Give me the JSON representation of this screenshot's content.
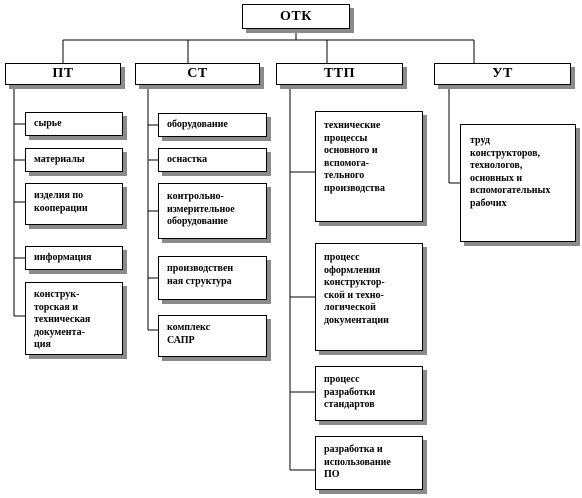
{
  "root": "ОТК",
  "columns": [
    {
      "key": "pt",
      "title": "ПТ",
      "items": [
        [
          "сырье"
        ],
        [
          "материалы"
        ],
        [
          "изделия по",
          "кооперации"
        ],
        [
          "информация"
        ],
        [
          "конструк-",
          "торская и",
          "техническая",
          "документа-",
          "ция"
        ]
      ]
    },
    {
      "key": "st",
      "title": "СТ",
      "items": [
        [
          "оборудование"
        ],
        [
          "оснастка"
        ],
        [
          "контрольно-",
          "измерительное",
          "оборудование"
        ],
        [
          "производствен",
          "ная структура"
        ],
        [
          "комплекс",
          "САПР"
        ]
      ]
    },
    {
      "key": "ttp",
      "title": "ТТП",
      "items": [
        [
          "технические",
          "процессы",
          "основного и",
          "вспомога-",
          "тельного",
          "производства"
        ],
        [
          "процесс",
          "оформления",
          "конструктор-",
          "ской и техно-",
          "логической",
          "документации"
        ],
        [
          "процесс",
          "разработки",
          "стандартов"
        ],
        [
          "разработка и",
          "использование",
          "ПО"
        ]
      ]
    },
    {
      "key": "ut",
      "title": "УТ",
      "items": [
        [
          "труд",
          "конструкторов,",
          "технологов,",
          "основных и",
          "вспомогательных",
          "рабочих"
        ]
      ]
    }
  ]
}
